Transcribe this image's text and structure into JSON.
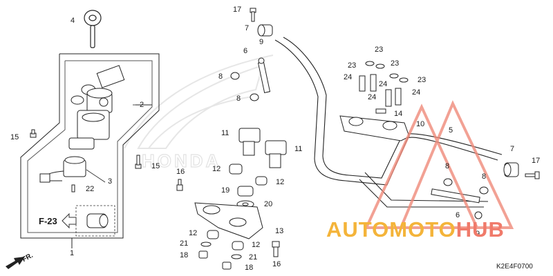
{
  "diagram_code": "K2E4F0700",
  "reference": "F-23",
  "direction_label": "FR.",
  "watermark": {
    "part1": "AUTOMOTO",
    "part2": "HUB",
    "color1": "#f4b43a",
    "color2": "#f07a6a"
  },
  "background_emblem_text": "HONDA",
  "callouts": {
    "c17a": "17",
    "c7a": "7",
    "c4": "4",
    "c9a": "9",
    "c6a": "6",
    "c8a": "8",
    "c8b": "8",
    "c2": "2",
    "c15a": "15",
    "c15b": "15",
    "c3": "3",
    "c22": "22",
    "c1": "1",
    "c11a": "11",
    "c11b": "11",
    "c12a": "12",
    "c12b": "12",
    "c12c": "12",
    "c12d": "12",
    "c16a": "16",
    "c16b": "16",
    "c19": "19",
    "c20": "20",
    "c13": "13",
    "c21a": "21",
    "c21b": "21",
    "c18a": "18",
    "c18b": "18",
    "c23a": "23",
    "c23b": "23",
    "c23c": "23",
    "c23d": "23",
    "c24a": "24",
    "c24b": "24",
    "c24c": "24",
    "c24d": "24",
    "c14": "14",
    "c10": "10",
    "c5": "5",
    "c7b": "7",
    "c17b": "17",
    "c8c": "8",
    "c8d": "8",
    "c6b": "6",
    "c9b": "9"
  }
}
